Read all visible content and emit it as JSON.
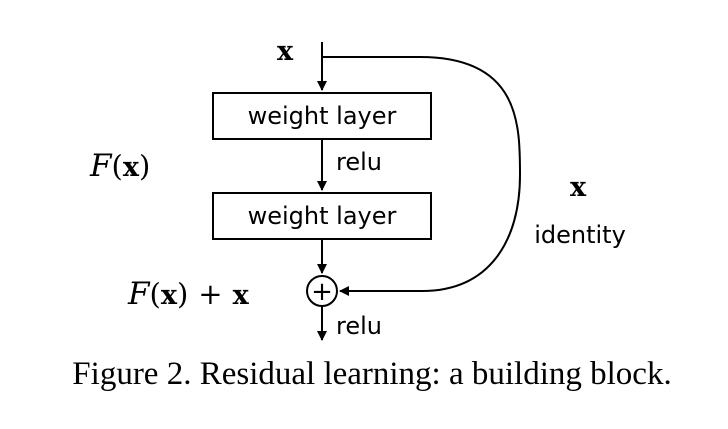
{
  "diagram": {
    "input_label": "x",
    "layers": [
      {
        "label": "weight layer"
      },
      {
        "label": "weight layer"
      }
    ],
    "activation_middle": "relu",
    "activation_output": "relu",
    "residual_function": {
      "script": "F",
      "open": "(",
      "var": "x",
      "close": ")"
    },
    "output_expression": {
      "script": "F",
      "open": "(",
      "var": "x",
      "close": ")",
      "plus": "+",
      "var2": "x"
    },
    "shortcut": {
      "var": "x",
      "label": "identity"
    },
    "sum_symbol": "+"
  },
  "caption": "Figure 2. Residual learning: a building block."
}
